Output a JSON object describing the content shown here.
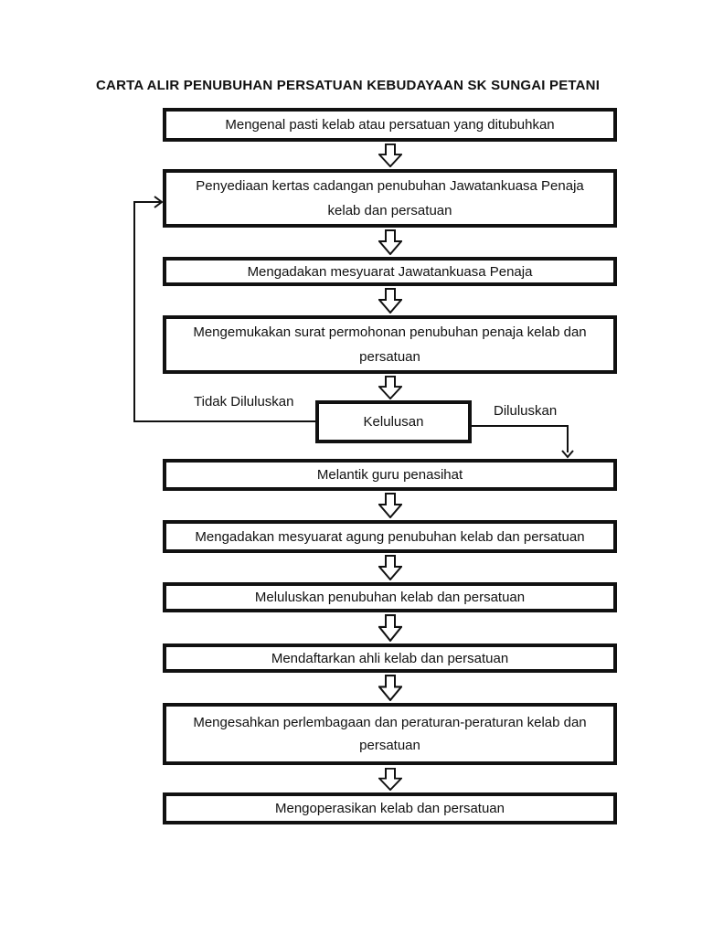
{
  "page": {
    "title": "CARTA ALIR PENUBUHAN PERSATUAN KEBUDAYAAN SK SUNGAI PETANI",
    "background_color": "#ffffff",
    "ink_color": "#111111"
  },
  "flowchart": {
    "steps": [
      {
        "label": "Mengenal pasti kelab atau persatuan yang ditubuhkan"
      },
      {
        "label": "Penyediaan kertas cadangan penubuhan Jawatankuasa Penaja kelab dan persatuan"
      },
      {
        "label": "Mengadakan mesyuarat Jawatankuasa Penaja"
      },
      {
        "label": "Mengemukakan surat permohonan penubuhan penaja kelab dan persatuan"
      },
      {
        "label": "Melantik guru penasihat"
      },
      {
        "label": "Mengadakan mesyuarat agung penubuhan kelab dan persatuan"
      },
      {
        "label": "Meluluskan penubuhan kelab dan persatuan"
      },
      {
        "label": "Mendaftarkan ahli kelab dan persatuan"
      },
      {
        "label": "Mengesahkan perlembagaan dan peraturan-peraturan kelab dan persatuan"
      },
      {
        "label": "Mengoperasikan kelab dan persatuan"
      }
    ],
    "decision": {
      "label": "Kelulusan"
    },
    "branches": {
      "rejected": "Tidak Diluluskan",
      "approved": "Diluluskan"
    }
  }
}
